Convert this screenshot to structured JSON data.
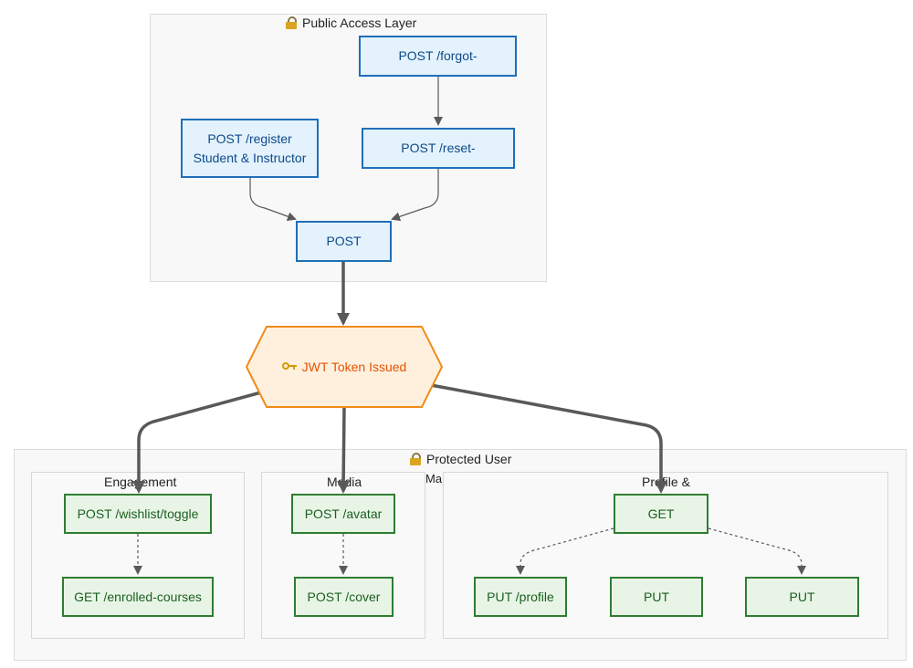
{
  "clusters": {
    "public": {
      "title": "Public Access Layer",
      "icon": "lock-icon"
    },
    "protected": {
      "title": "Protected User",
      "title_overflow": "Ma"
    },
    "engagement": {
      "title": "Engagement"
    },
    "media": {
      "title": "Media"
    },
    "profile": {
      "title": "Profile &"
    }
  },
  "nodes": {
    "forgot": "POST /forgot-",
    "reset": "POST /reset-",
    "register_line1": "POST /register",
    "register_line2": "Student & Instructor",
    "login": "POST",
    "jwt": "JWT Token Issued",
    "wishlist": "POST /wishlist/toggle",
    "enrolled": "GET /enrolled-courses",
    "avatar": "POST /avatar",
    "cover": "POST /cover",
    "get_profile": "GET",
    "put_profile": "PUT /profile",
    "put_2": "PUT",
    "put_3": "PUT"
  },
  "colors": {
    "public_node_fill": "#e3f2fc",
    "public_node_border": "#1f6fb8",
    "protected_node_fill": "#e8f5e6",
    "protected_node_border": "#2e7d32",
    "jwt_fill": "#fff0dd",
    "jwt_border": "#f08c1a",
    "jwt_text": "#e65100",
    "edge": "#595959"
  }
}
